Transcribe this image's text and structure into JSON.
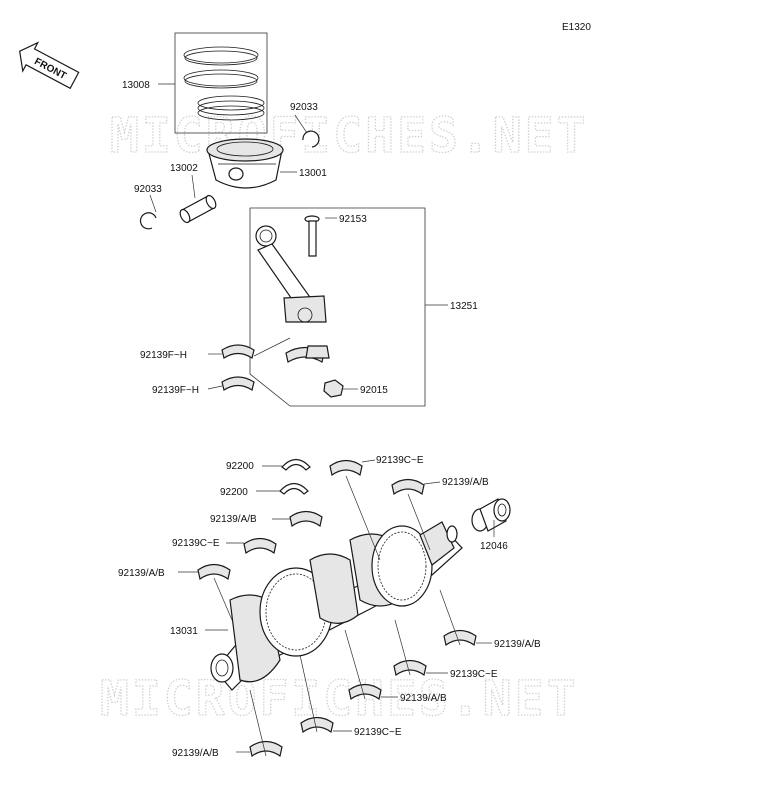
{
  "diagram_id": "E1320",
  "front_label": "FRONT",
  "watermark": "MICROFICHES.NET",
  "parts": {
    "p13008": "13008",
    "p92033a": "92033",
    "p92033b": "92033",
    "p13002": "13002",
    "p13001": "13001",
    "p92153": "92153",
    "p13251": "13251",
    "p92139fh1": "92139F~H",
    "p92139fh2": "92139F~H",
    "p92015": "92015",
    "p92200a": "92200",
    "p92200b": "92200",
    "p92139ce1": "92139C~E",
    "p92139ab1": "92139/A/B",
    "p92139ab2": "92139/A/B",
    "p92139ce2": "92139C~E",
    "p92139ab3": "92139/A/B",
    "p13031": "13031",
    "p12046": "12046",
    "p92139ab4": "92139/A/B",
    "p92139ce3": "92139C~E",
    "p92139ab5": "92139/A/B",
    "p92139ce4": "92139C~E",
    "p92139ab6": "92139/A/B"
  },
  "colors": {
    "line": "#1a1a1a",
    "watermark": "#cfcfcf",
    "background": "#ffffff"
  }
}
